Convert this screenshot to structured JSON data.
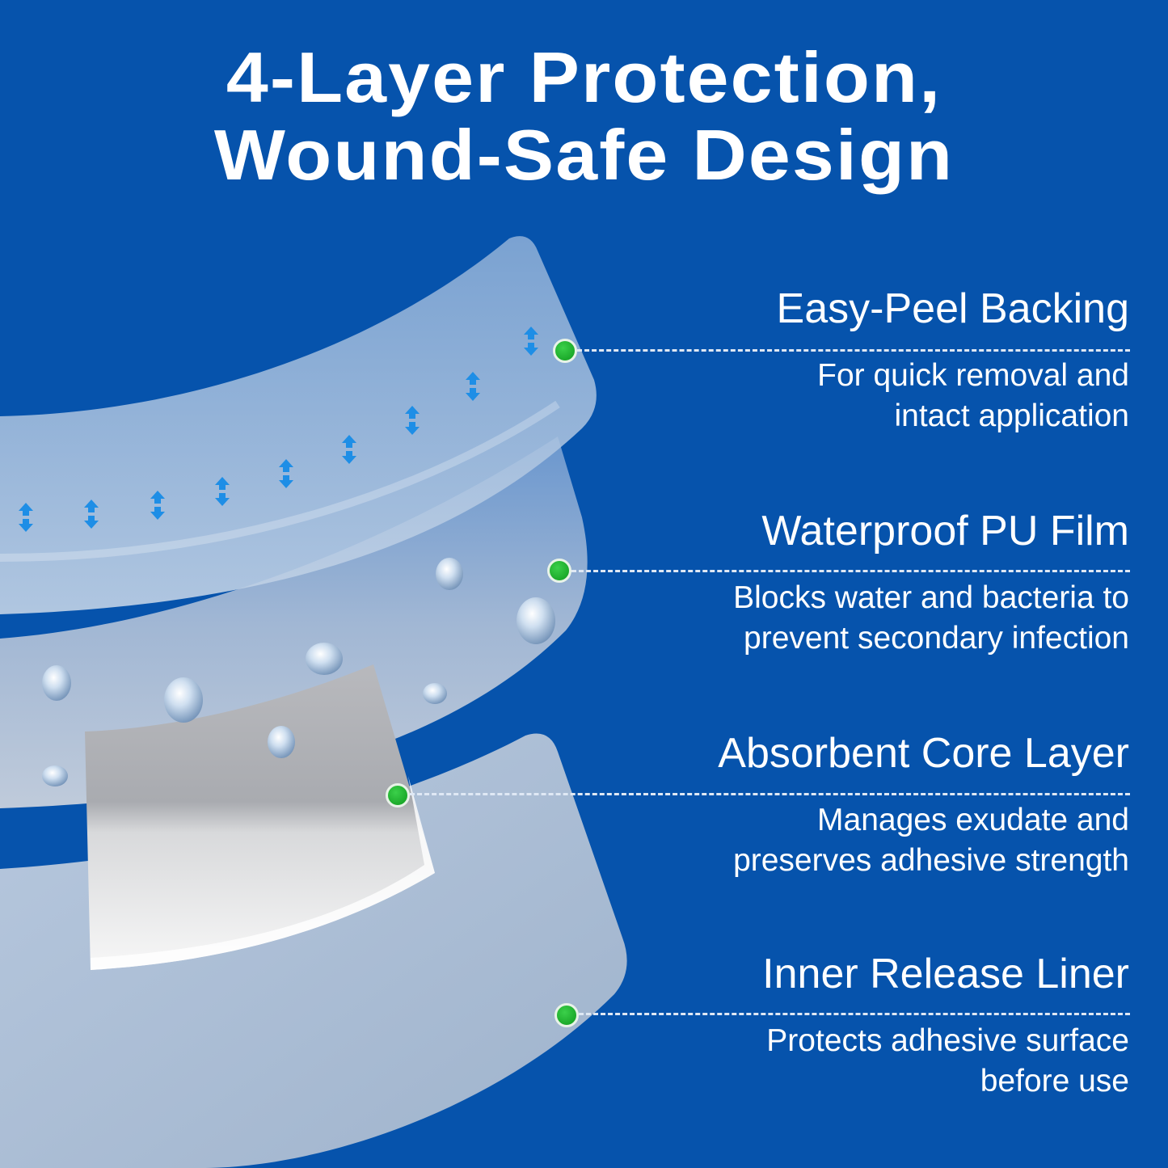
{
  "title": {
    "line1": "4-Layer Protection,",
    "line2": "Wound-Safe Design"
  },
  "colors": {
    "background": "#0653ac",
    "text": "#ffffff",
    "marker": "#1fb32f",
    "arrow": "#1e8ee6"
  },
  "layers": [
    {
      "name": "Easy-Peel Backing",
      "desc1": "For quick removal and",
      "desc2": "intact application"
    },
    {
      "name": "Waterproof PU Film",
      "desc1": "Blocks water and bacteria to",
      "desc2": "prevent secondary infection"
    },
    {
      "name": "Absorbent Core Layer",
      "desc1": "Manages exudate and",
      "desc2": "preserves adhesive strength"
    },
    {
      "name": "Inner Release Liner",
      "desc1": "Protects adhesive surface",
      "desc2": "before use"
    }
  ],
  "icons": {
    "breathable_arrows": "up-down-arrow-icon",
    "water_drops": "water-droplet-icon",
    "markers": "green-dot-marker-icon"
  }
}
